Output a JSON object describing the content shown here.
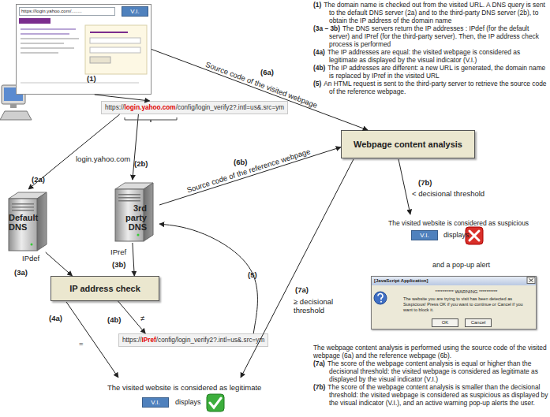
{
  "diagram": {
    "nodes": [
      {
        "text": [
          "https://login.yahoo.com/........"
        ]
      },
      {
        "text": [
          "V.I."
        ],
        "in": 0
      },
      {
        "text": [
          "https://",
          "login.yahoo.com",
          "/config/login_verify2?.intl=us&.src=ym"
        ]
      },
      {
        "text": [
          "Default DNS"
        ]
      },
      {
        "text": [
          "3rd party DNS"
        ]
      },
      {
        "text": [
          "IP address check"
        ]
      },
      {
        "text": [
          "https://",
          "IPref",
          "/config/login_verify2?.intl=us&.src=ym"
        ]
      },
      {
        "text": [
          "Webpage content analysis"
        ]
      },
      {
        "text": [
          "V.I."
        ]
      },
      {
        "text": [
          "[JavaScript Application]",
          "********** WARNING **********",
          "The website you are trying to visit has been detected as Suspicious! Press OK if you want to continue or Cancel if you want to block it.",
          "OK",
          "Cancel"
        ]
      },
      {
        "text": [
          "V.I."
        ]
      }
    ],
    "edges": [
      {
        "from": 0,
        "to": 2,
        "arrow": "to",
        "label": "(1)"
      },
      {
        "from": 2,
        "to": 3,
        "arrow": "to",
        "label": "(2a)"
      },
      {
        "from": 2,
        "to": 4,
        "arrow": "to",
        "label": "(2b)"
      },
      {
        "from": 3,
        "to": 5,
        "arrow": "to",
        "label": "IPdef"
      },
      {
        "from": 4,
        "to": 5,
        "arrow": "to",
        "label": "IPref"
      },
      {
        "from": 5,
        "to": 6,
        "arrow": "to",
        "label": "≠"
      },
      {
        "from": 6,
        "to": 4,
        "arrow": "to",
        "label": "(5)"
      },
      {
        "from": 0,
        "to": 7,
        "arrow": "to",
        "label": "Source code of the visited webpage"
      },
      {
        "from": 4,
        "to": 7,
        "arrow": "to",
        "label": "Source code of the reference webpage"
      }
    ],
    "labels": [
      "(3a)",
      "(3b)",
      "login.yahoo.com",
      "(4a)",
      "=",
      "(4b)",
      "(6a)",
      "(6b)",
      "(7a)",
      "≥ decisional threshold",
      "(7b)",
      "< decisional threshold",
      "The visited website is considered as suspicious",
      "displays",
      "and a pop-up alert",
      "The visited website is considered as legitimate",
      "displays",
      "(1)",
      "The domain name is checked out from the visited URL. A DNS query is sent to the default DNS server (2a) and to the third-party DNS server (2b), to obtain the IP address of the domain name",
      "(3a – 3b)",
      "The DNS servers return the IP addresses : IPdef (for the default server) and IPref (for the third-party server). Then, the IP address check process is performed",
      "(4a)",
      "The IP addresses are equal: the visited webpage is considered as legitimate as displayed by the visual indicator (V.I.)",
      "(4b)",
      "The IP addresses are different: a new URL is generated, the domain name is replaced by IPref in the visited URL",
      "(5)",
      "An HTML request is sent to the third-party server to retrieve the source code of the reference webpage.",
      "The webpage content analysis is performed using the source code of the visited webpage (6a) and the reference webpage (6b).",
      "(7a)",
      "The score of the webpage content analysis is equal or higher than the decisional threshold: the visited webpage is considered as legitimate as displayed by the visual indicator (V.I.)",
      "(7b)",
      "The score of the webpage content analysis is smaller than the decisional threshold: the visited webpage is considered as suspicious as displayed by the visual indicator (V.I.), and an active warning pop-up alerts the user."
    ]
  }
}
